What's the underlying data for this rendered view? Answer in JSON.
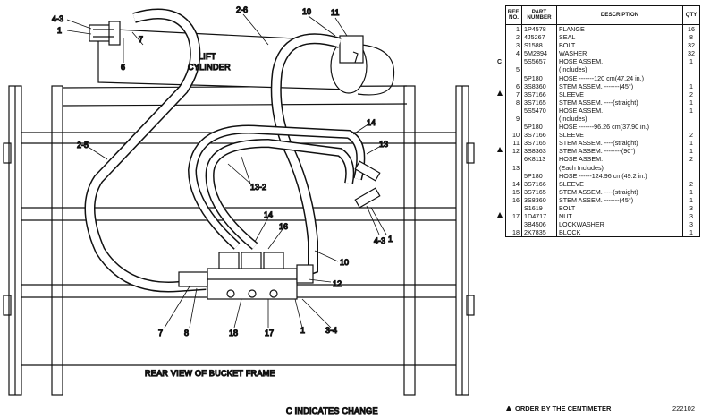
{
  "diagram": {
    "lift_cylinder": "LIFT CYLINDER",
    "rear_view": "REAR VIEW OF BUCKET FRAME",
    "change_note": "C INDICATES CHANGE",
    "callouts": {
      "c4_3_top": "4-3",
      "c1_top": "1",
      "c7_top": "7",
      "c6_top": "6",
      "c2_6": "2-6",
      "c10_top": "10",
      "c11_top": "11",
      "c14_right": "14",
      "c13_right": "13",
      "c2_5": "2-5",
      "c13_2": "13-2",
      "c14_mid": "14",
      "c16": "16",
      "c4_3_right": "4-3",
      "c1_right": "1",
      "c10_bottom": "10",
      "c12": "12",
      "c7_bottom": "7",
      "c8": "8",
      "c18": "18",
      "c17": "17",
      "c1_bottom": "1",
      "c3_4": "3-4"
    }
  },
  "parts_table": {
    "headers": {
      "ref": "REF. NO.",
      "part": "PART NUMBER",
      "desc": "DESCRIPTION",
      "qty": "QTY"
    },
    "rows": [
      {
        "ref": "1",
        "part": "1P4578",
        "desc": "FLANGE",
        "qty": "16"
      },
      {
        "ref": "2",
        "part": "4J5267",
        "desc": "SEAL",
        "qty": "8"
      },
      {
        "ref": "3",
        "part": "S1588",
        "desc": "BOLT",
        "qty": "32"
      },
      {
        "ref": "4",
        "part": "5M2894",
        "desc": "WASHER",
        "qty": "32"
      },
      {
        "ref": "",
        "part": "5S5657",
        "desc": "HOSE ASSEM.",
        "qty": "1"
      },
      {
        "ref": "5",
        "part": "",
        "desc": "(Includes)",
        "qty": ""
      },
      {
        "ref": "",
        "part": "5P180",
        "desc": "HOSE -------120 cm(47.24 in.)",
        "qty": ""
      },
      {
        "ref": "6",
        "part": "3S8360",
        "desc": "STEM ASSEM. -------(45°)",
        "qty": "1"
      },
      {
        "ref": "7",
        "part": "3S7166",
        "desc": "SLEEVE",
        "qty": "2"
      },
      {
        "ref": "8",
        "part": "3S7165",
        "desc": "STEM ASSEM. ----(straight)",
        "qty": "1"
      },
      {
        "ref": "",
        "part": "5S5470",
        "desc": "HOSE ASSEM.",
        "qty": "1"
      },
      {
        "ref": "9",
        "part": "",
        "desc": "(Includes)",
        "qty": ""
      },
      {
        "ref": "",
        "part": "5P180",
        "desc": "HOSE -------96.26 cm(37.90 in.)",
        "qty": ""
      },
      {
        "ref": "10",
        "part": "3S7166",
        "desc": "SLEEVE",
        "qty": "2"
      },
      {
        "ref": "11",
        "part": "3S7165",
        "desc": "STEM ASSEM. ----(straight)",
        "qty": "1"
      },
      {
        "ref": "12",
        "part": "3S8363",
        "desc": "STEM ASSEM. --------(90°)",
        "qty": "1"
      },
      {
        "ref": "",
        "part": "6K8113",
        "desc": "HOSE ASSEM.",
        "qty": "2"
      },
      {
        "ref": "13",
        "part": "",
        "desc": "(Each Includes)",
        "qty": ""
      },
      {
        "ref": "",
        "part": "5P180",
        "desc": "HOSE ------124.96 cm(49.2 in.)",
        "qty": ""
      },
      {
        "ref": "14",
        "part": "3S7166",
        "desc": "SLEEVE",
        "qty": "2"
      },
      {
        "ref": "15",
        "part": "3S7165",
        "desc": "STEM ASSEM. ----(straight)",
        "qty": "1"
      },
      {
        "ref": "16",
        "part": "3S8360",
        "desc": "STEM ASSEM. -------(45°)",
        "qty": "1"
      },
      {
        "ref": "",
        "part": "S1619",
        "desc": "BOLT",
        "qty": "3"
      },
      {
        "ref": "17",
        "part": "1D4717",
        "desc": "NUT",
        "qty": "3"
      },
      {
        "ref": "",
        "part": "3B4506",
        "desc": "LOCKWASHER",
        "qty": "3"
      },
      {
        "ref": "18",
        "part": "2K7835",
        "desc": "BLOCK",
        "qty": "1"
      }
    ],
    "change_mark": "C"
  },
  "footer": {
    "order_note": "ORDER BY THE CENTIMETER",
    "code": "222102"
  }
}
